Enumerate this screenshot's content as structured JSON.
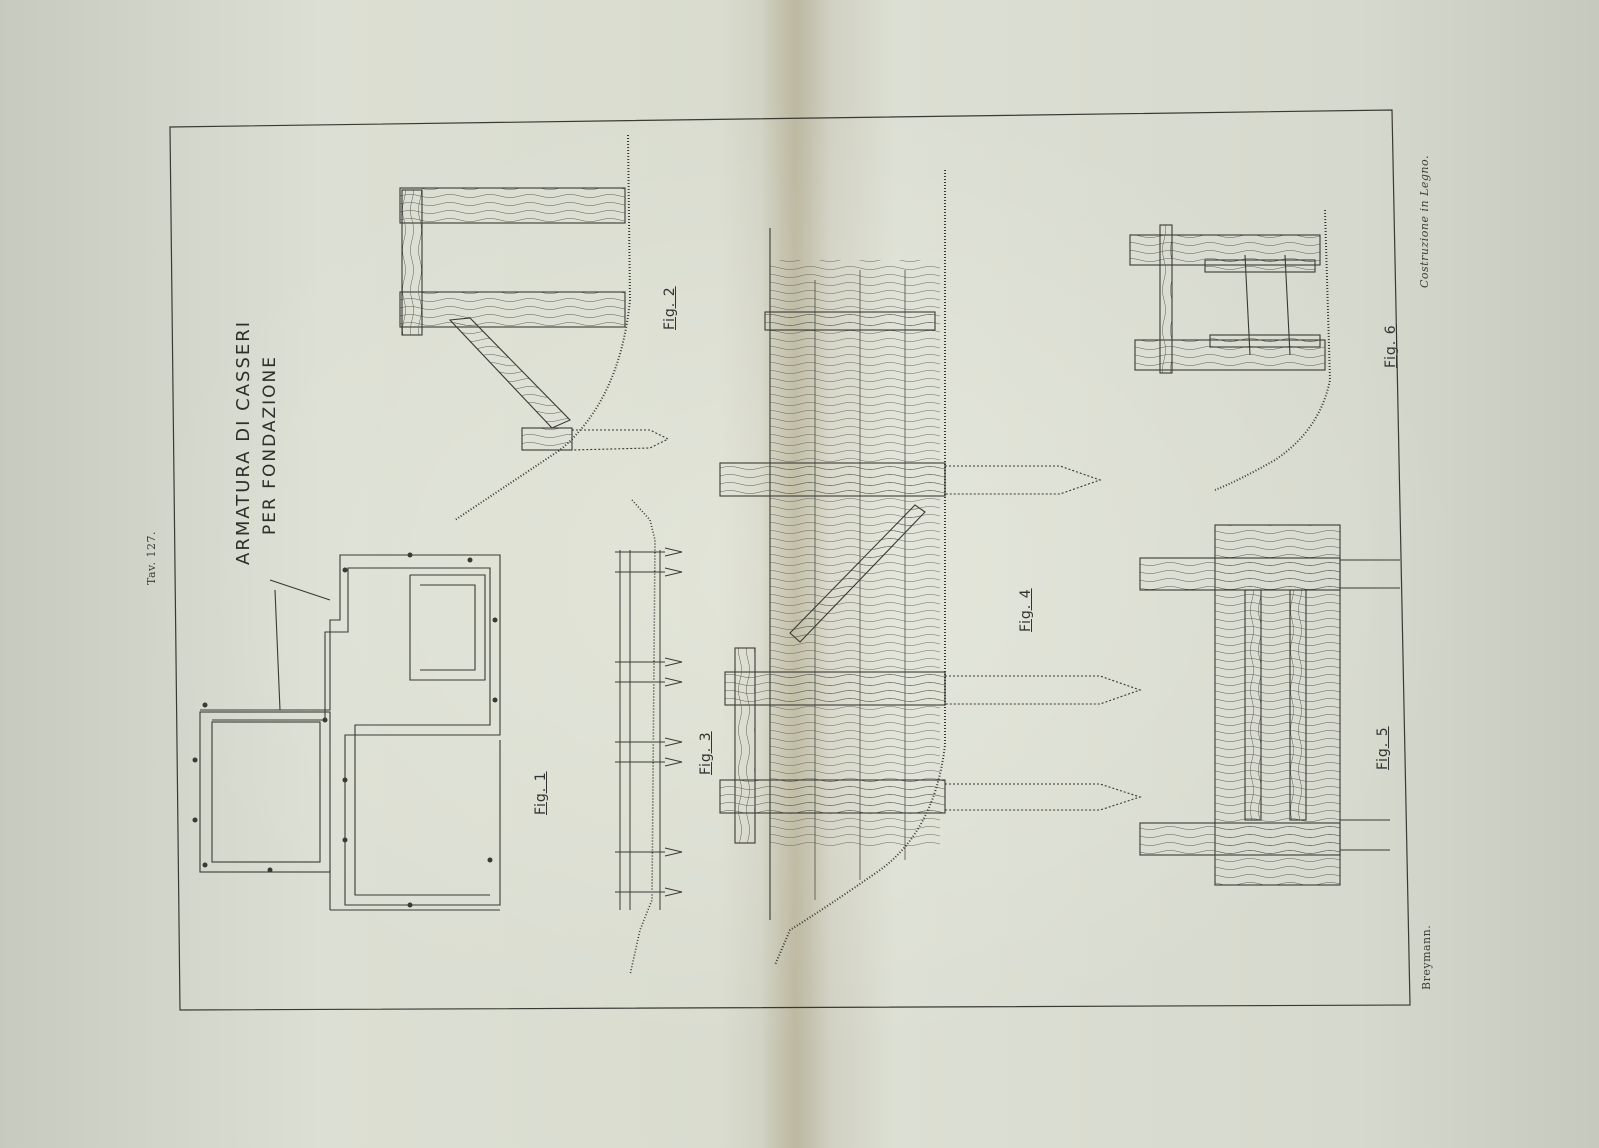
{
  "plate": {
    "number": "Tav. 127.",
    "title_line1": "ARMATURA DI CASSERI",
    "title_line2": "PER FONDAZIONE",
    "author": "Breymann.",
    "series": "Costruzione in Legno."
  },
  "figures": {
    "fig1": "Fig. 1",
    "fig2": "Fig. 2",
    "fig3": "Fig. 3",
    "fig4": "Fig. 4",
    "fig5": "Fig. 5",
    "fig6": "Fig. 6"
  },
  "colors": {
    "paper": "#d9dccf",
    "ink": "#3a3a34",
    "spine": "#cbcabb"
  }
}
